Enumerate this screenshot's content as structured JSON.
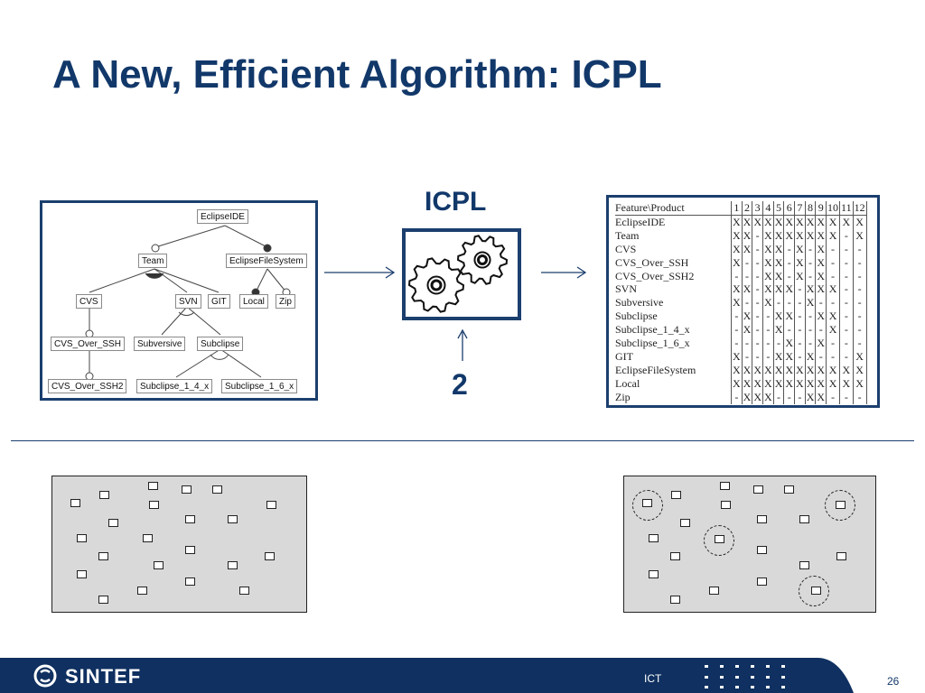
{
  "slide": {
    "title": "A New, Efficient Algorithm: ICPL",
    "algorithm_label": "ICPL",
    "step_number": "2",
    "footer_label": "ICT",
    "page_number": "26",
    "logo_text": "SINTEF"
  },
  "colors": {
    "brand_navy": "#12386a",
    "footer_bar": "#0f3060",
    "sample_bg": "#d9d9d9"
  },
  "feature_model": {
    "nodes": {
      "eclipseide": "EclipseIDE",
      "team": "Team",
      "efs": "EclipseFileSystem",
      "cvs": "CVS",
      "svn": "SVN",
      "git": "GIT",
      "local": "Local",
      "zip": "Zip",
      "cvs_over_ssh": "CVS_Over_SSH",
      "subversive": "Subversive",
      "subclipse": "Subclipse",
      "cvs_over_ssh2": "CVS_Over_SSH2",
      "subclipse_1_4_x": "Subclipse_1_4_x",
      "subclipse_1_6_x": "Subclipse_1_6_x"
    }
  },
  "matrix": {
    "header": [
      "Feature\\Product",
      "1",
      "2",
      "3",
      "4",
      "5",
      "6",
      "7",
      "8",
      "9",
      "10",
      "11",
      "12"
    ],
    "rows": [
      [
        "EclipseIDE",
        "X",
        "X",
        "X",
        "X",
        "X",
        "X",
        "X",
        "X",
        "X",
        "X",
        "X",
        "X"
      ],
      [
        "Team",
        "X",
        "X",
        "-",
        "X",
        "X",
        "X",
        "X",
        "X",
        "X",
        "X",
        "-",
        "X"
      ],
      [
        "CVS",
        "X",
        "X",
        "-",
        "X",
        "X",
        "-",
        "X",
        "-",
        "X",
        "-",
        "-",
        "-"
      ],
      [
        "CVS_Over_SSH",
        "X",
        "-",
        "-",
        "X",
        "X",
        "-",
        "X",
        "-",
        "X",
        "-",
        "-",
        "-"
      ],
      [
        "CVS_Over_SSH2",
        "-",
        "-",
        "-",
        "X",
        "X",
        "-",
        "X",
        "-",
        "X",
        "-",
        "-",
        "-"
      ],
      [
        "SVN",
        "X",
        "X",
        "-",
        "X",
        "X",
        "X",
        "-",
        "X",
        "X",
        "X",
        "-",
        "-"
      ],
      [
        "Subversive",
        "X",
        "-",
        "-",
        "X",
        "-",
        "-",
        "-",
        "X",
        "-",
        "-",
        "-",
        "-"
      ],
      [
        "Subclipse",
        "-",
        "X",
        "-",
        "-",
        "X",
        "X",
        "-",
        "-",
        "X",
        "X",
        "-",
        "-"
      ],
      [
        "Subclipse_1_4_x",
        "-",
        "X",
        "-",
        "-",
        "X",
        "-",
        "-",
        "-",
        "-",
        "X",
        "-",
        "-"
      ],
      [
        "Subclipse_1_6_x",
        "-",
        "-",
        "-",
        "-",
        "-",
        "X",
        "-",
        "-",
        "X",
        "-",
        "-",
        "-"
      ],
      [
        "GIT",
        "X",
        "-",
        "-",
        "-",
        "X",
        "X",
        "-",
        "X",
        "-",
        "-",
        "-",
        "X"
      ],
      [
        "EclipseFileSystem",
        "X",
        "X",
        "X",
        "X",
        "X",
        "X",
        "X",
        "X",
        "X",
        "X",
        "X",
        "X"
      ],
      [
        "Local",
        "X",
        "X",
        "X",
        "X",
        "X",
        "X",
        "X",
        "X",
        "X",
        "X",
        "X",
        "X"
      ],
      [
        "Zip",
        "-",
        "X",
        "X",
        "X",
        "-",
        "-",
        "-",
        "X",
        "X",
        "-",
        "-",
        "-"
      ]
    ]
  }
}
